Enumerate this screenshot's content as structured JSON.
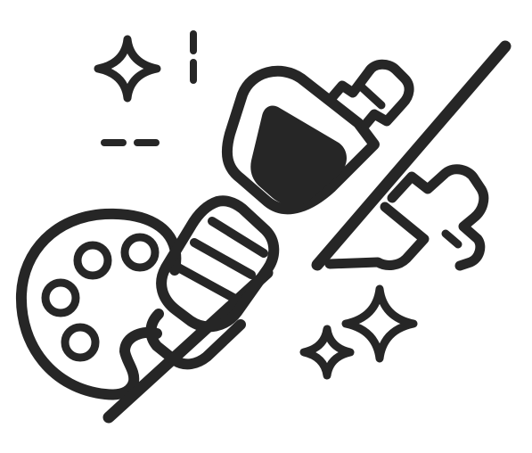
{
  "image": {
    "kind": "icon",
    "subject": "tattoo-machine-and-paint-palette",
    "style": "monochrome line icon",
    "colors": {
      "ink": "#262626",
      "background": "#ffffff"
    },
    "icons": [
      "sparkle-icon",
      "tattoo-machine-icon",
      "paint-palette-icon",
      "needle-icon"
    ]
  }
}
